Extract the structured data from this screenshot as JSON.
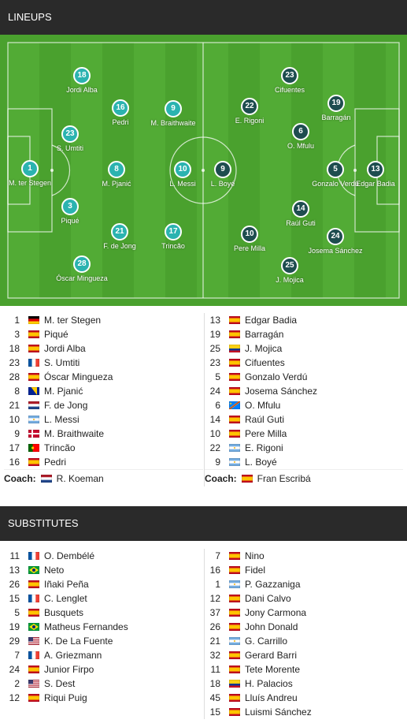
{
  "lineups_title": "LINEUPS",
  "substitutes_title": "SUBSTITUTES",
  "colors": {
    "header_bg": "#2a2a2a",
    "pitch": "#4aa12e",
    "home_marker": "#2bb3b0",
    "away_marker": "#1e4d4f"
  },
  "pitch_players": [
    {
      "team": "home",
      "num": "1",
      "name": "M. ter Stegen"
    },
    {
      "team": "home",
      "num": "18",
      "name": "Jordi Alba"
    },
    {
      "team": "home",
      "num": "23",
      "name": "S. Umtiti"
    },
    {
      "team": "home",
      "num": "3",
      "name": "Piqué"
    },
    {
      "team": "home",
      "num": "28",
      "name": "Óscar Mingueza"
    },
    {
      "team": "home",
      "num": "16",
      "name": "Pedri"
    },
    {
      "team": "home",
      "num": "8",
      "name": "M. Pjanić"
    },
    {
      "team": "home",
      "num": "21",
      "name": "F. de Jong"
    },
    {
      "team": "home",
      "num": "9",
      "name": "M. Braithwaite"
    },
    {
      "team": "home",
      "num": "10",
      "name": "L. Messi"
    },
    {
      "team": "home",
      "num": "17",
      "name": "Trincão"
    },
    {
      "team": "away",
      "num": "13",
      "name": "Edgar Badia"
    },
    {
      "team": "away",
      "num": "19",
      "name": "Barragán"
    },
    {
      "team": "away",
      "num": "5",
      "name": "Gonzalo Verdú"
    },
    {
      "team": "away",
      "num": "24",
      "name": "Josema Sánchez"
    },
    {
      "team": "away",
      "num": "23",
      "name": "Cifuentes"
    },
    {
      "team": "away",
      "num": "6",
      "name": "O. Mfulu"
    },
    {
      "team": "away",
      "num": "14",
      "name": "Raúl Guti"
    },
    {
      "team": "away",
      "num": "25",
      "name": "J. Mojica"
    },
    {
      "team": "away",
      "num": "22",
      "name": "E. Rigoni"
    },
    {
      "team": "away",
      "num": "9",
      "name": "L. Boyé"
    },
    {
      "team": "away",
      "num": "10",
      "name": "Pere Milla"
    }
  ],
  "home_lineup": [
    {
      "num": "1",
      "flag": "germany",
      "name": "M. ter Stegen"
    },
    {
      "num": "3",
      "flag": "spain",
      "name": "Piqué"
    },
    {
      "num": "18",
      "flag": "spain",
      "name": "Jordi Alba"
    },
    {
      "num": "23",
      "flag": "france",
      "name": "S. Umtiti"
    },
    {
      "num": "28",
      "flag": "spain",
      "name": "Óscar Mingueza"
    },
    {
      "num": "8",
      "flag": "bosnia",
      "name": "M. Pjanić"
    },
    {
      "num": "21",
      "flag": "netherlands",
      "name": "F. de Jong"
    },
    {
      "num": "10",
      "flag": "argentina",
      "name": "L. Messi"
    },
    {
      "num": "9",
      "flag": "denmark",
      "name": "M. Braithwaite"
    },
    {
      "num": "17",
      "flag": "portugal",
      "name": "Trincão"
    },
    {
      "num": "16",
      "flag": "spain",
      "name": "Pedri"
    }
  ],
  "away_lineup": [
    {
      "num": "13",
      "flag": "spain",
      "name": "Edgar Badia"
    },
    {
      "num": "19",
      "flag": "spain",
      "name": "Barragán"
    },
    {
      "num": "25",
      "flag": "colombia",
      "name": "J. Mojica"
    },
    {
      "num": "23",
      "flag": "spain",
      "name": "Cifuentes"
    },
    {
      "num": "5",
      "flag": "spain",
      "name": "Gonzalo Verdú"
    },
    {
      "num": "24",
      "flag": "spain",
      "name": "Josema Sánchez"
    },
    {
      "num": "6",
      "flag": "congo",
      "name": "O. Mfulu"
    },
    {
      "num": "14",
      "flag": "spain",
      "name": "Raúl Guti"
    },
    {
      "num": "10",
      "flag": "spain",
      "name": "Pere Milla"
    },
    {
      "num": "22",
      "flag": "argentina",
      "name": "E. Rigoni"
    },
    {
      "num": "9",
      "flag": "argentina",
      "name": "L. Boyé"
    }
  ],
  "home_coach": {
    "label": "Coach:",
    "flag": "netherlands",
    "name": "R. Koeman"
  },
  "away_coach": {
    "label": "Coach:",
    "flag": "spain",
    "name": "Fran Escribá"
  },
  "home_subs": [
    {
      "num": "11",
      "flag": "france",
      "name": "O. Dembélé"
    },
    {
      "num": "13",
      "flag": "brazil",
      "name": "Neto"
    },
    {
      "num": "26",
      "flag": "spain",
      "name": "Iñaki Peña"
    },
    {
      "num": "15",
      "flag": "france",
      "name": "C. Lenglet"
    },
    {
      "num": "5",
      "flag": "spain",
      "name": "Busquets"
    },
    {
      "num": "19",
      "flag": "brazil",
      "name": "Matheus Fernandes"
    },
    {
      "num": "29",
      "flag": "usa",
      "name": "K. De La Fuente"
    },
    {
      "num": "7",
      "flag": "france",
      "name": "A. Griezmann"
    },
    {
      "num": "24",
      "flag": "spain",
      "name": "Junior Firpo"
    },
    {
      "num": "2",
      "flag": "usa",
      "name": "S. Dest"
    },
    {
      "num": "12",
      "flag": "spain",
      "name": "Riqui Puig"
    }
  ],
  "away_subs": [
    {
      "num": "7",
      "flag": "spain",
      "name": "Nino"
    },
    {
      "num": "16",
      "flag": "spain",
      "name": "Fidel"
    },
    {
      "num": "1",
      "flag": "argentina",
      "name": "P. Gazzaniga"
    },
    {
      "num": "12",
      "flag": "spain",
      "name": "Dani Calvo"
    },
    {
      "num": "37",
      "flag": "spain",
      "name": "Jony Carmona"
    },
    {
      "num": "26",
      "flag": "spain",
      "name": "John Donald"
    },
    {
      "num": "21",
      "flag": "argentina",
      "name": "G. Carrillo"
    },
    {
      "num": "32",
      "flag": "spain",
      "name": "Gerard Barri"
    },
    {
      "num": "11",
      "flag": "spain",
      "name": "Tete Morente"
    },
    {
      "num": "18",
      "flag": "colombia",
      "name": "H. Palacios"
    },
    {
      "num": "45",
      "flag": "spain",
      "name": "Lluís Andreu"
    },
    {
      "num": "15",
      "flag": "spain",
      "name": "Luismi Sánchez"
    }
  ]
}
